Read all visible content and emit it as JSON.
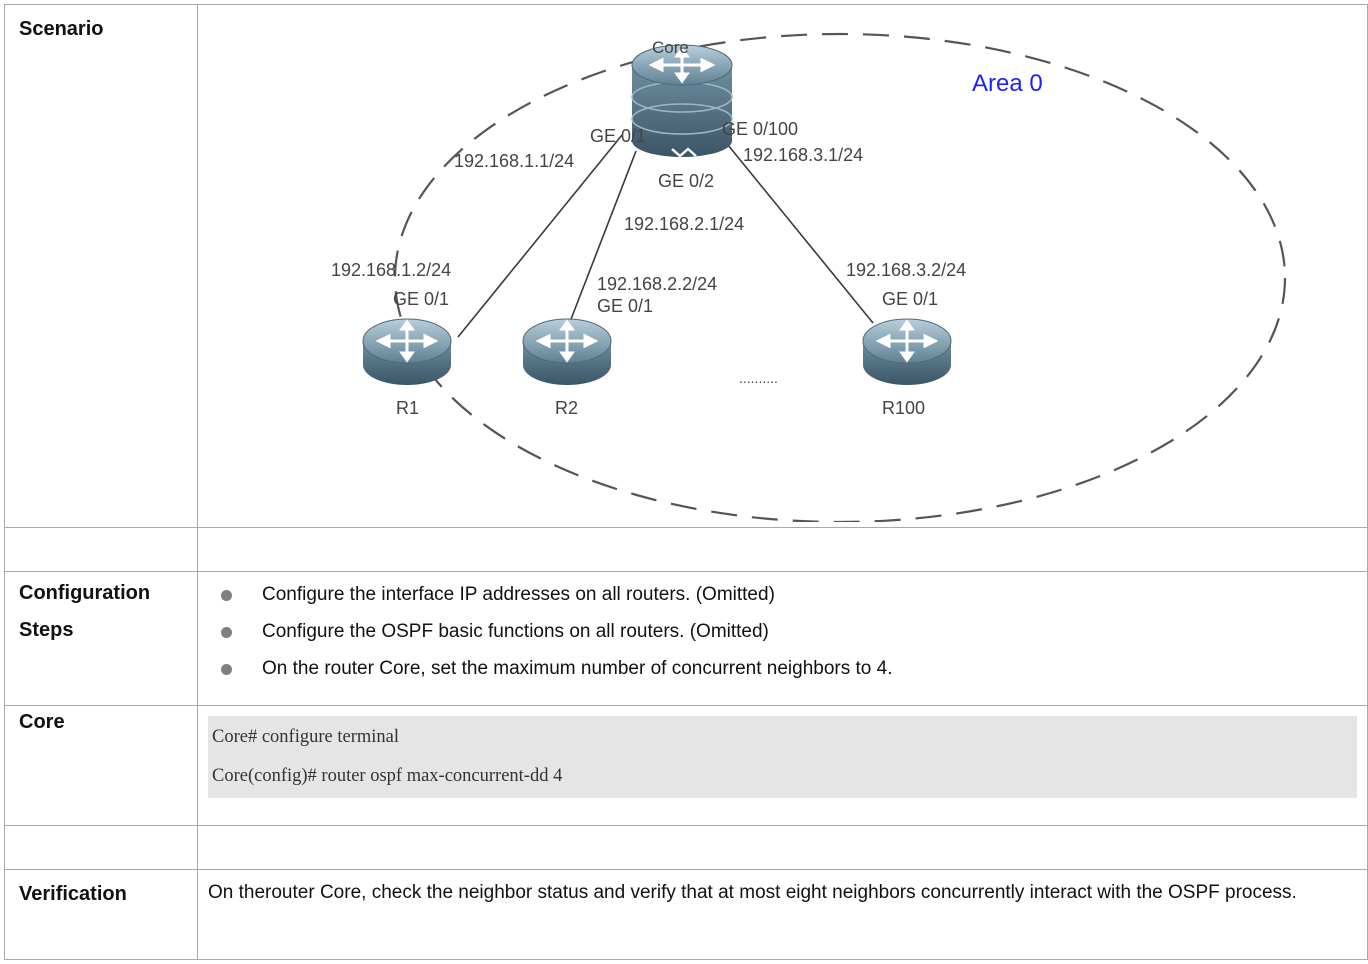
{
  "rows": {
    "scenario": {
      "label": "Scenario"
    },
    "config": {
      "label_line1": "Configuration",
      "label_line2": "Steps",
      "steps": [
        "Configure the interface IP addresses on all routers. (Omitted)",
        "Configure the OSPF basic functions on all routers. (Omitted)",
        "On the router Core, set the maximum number of concurrent neighbors to 4."
      ]
    },
    "core": {
      "label": "Core",
      "code": [
        "Core# configure terminal",
        "Core(config)# router ospf max-concurrent-dd 4"
      ]
    },
    "verification": {
      "label": "Verification",
      "text": "On therouter Core, check the neighbor status and verify that at most eight neighbors concurrently interact with the OSPF process."
    }
  },
  "diagram": {
    "area_label": "Area 0",
    "area_color": "#1f1fff",
    "core": {
      "name": "Core",
      "ports": {
        "ge1": "GE 0/1",
        "ip1": "192.168.1.1/24",
        "ge2": "GE 0/2",
        "ip2": "192.168.2.1/24",
        "ge100": "GE 0/100",
        "ip100": "192.168.3.1/24"
      }
    },
    "r1": {
      "name": "R1",
      "ip": "192.168.1.2/24",
      "ge": "GE 0/1"
    },
    "r2": {
      "name": "R2",
      "ip": "192.168.2.2/24",
      "ge": "GE 0/1"
    },
    "r100": {
      "name": "R100",
      "ip": "192.168.3.2/24",
      "ge": "GE 0/1"
    },
    "ellipsis": "..........",
    "icons": [
      "core-switch-icon",
      "router-icon"
    ]
  }
}
